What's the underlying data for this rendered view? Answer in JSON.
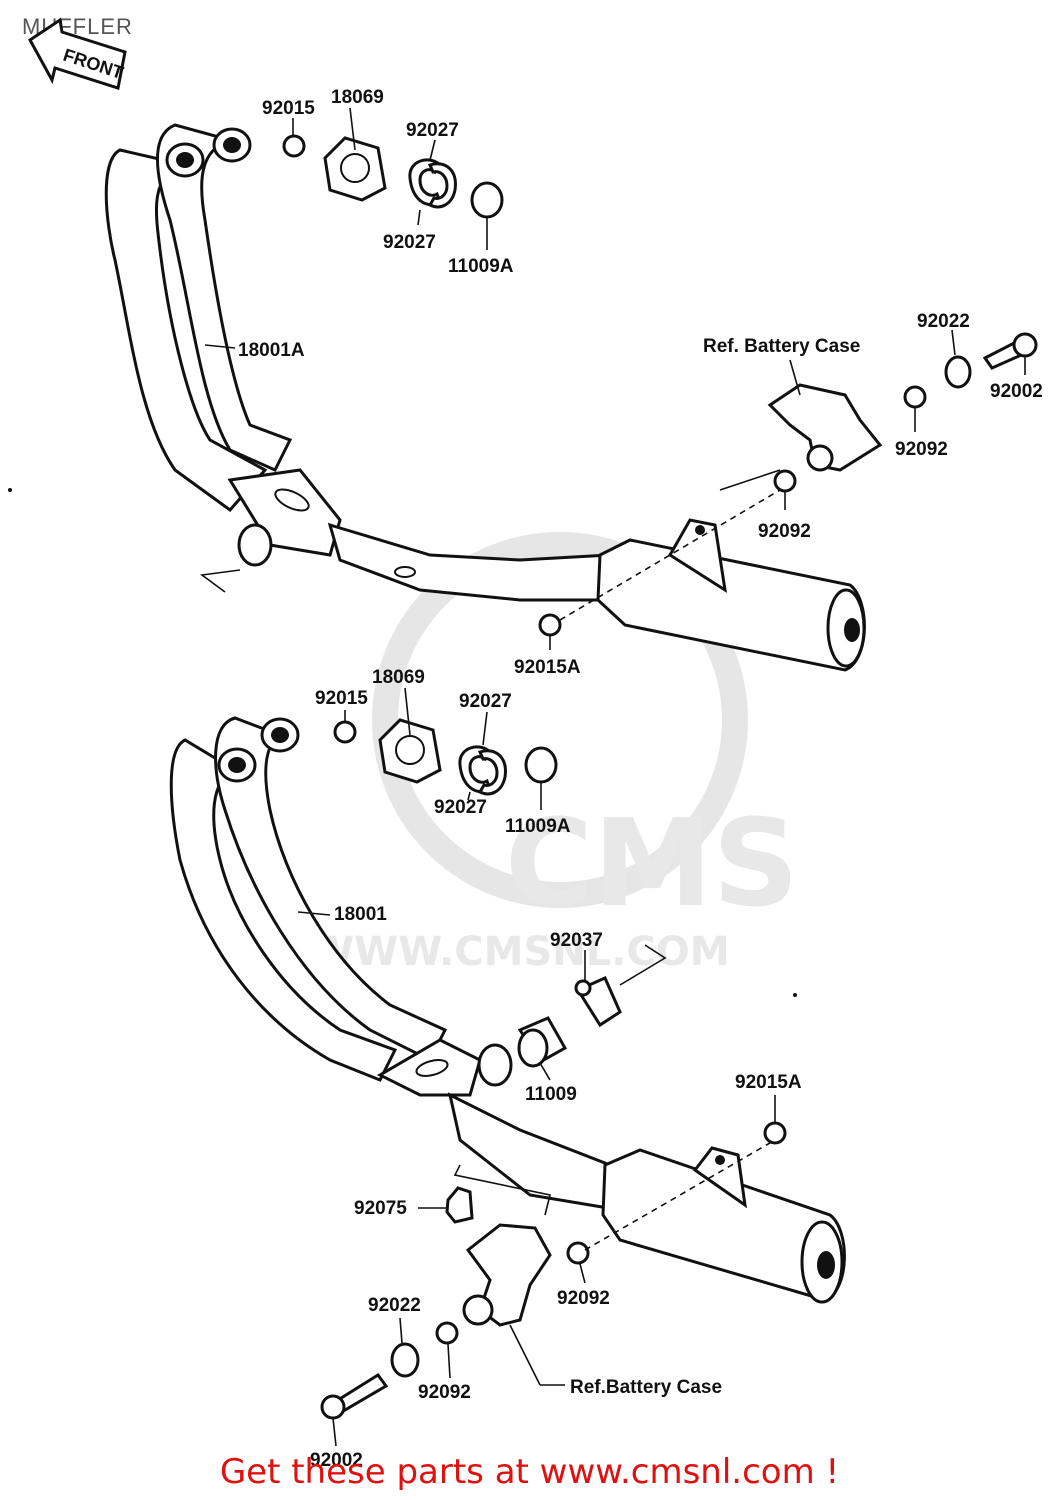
{
  "page": {
    "title": "MUFFLER",
    "footer": "Get these parts at www.cmsnl.com !"
  },
  "watermark": {
    "brand": "CMS",
    "url": "WWW.CMSNL.COM"
  },
  "front_arrow": "FRONT",
  "upper_assembly": {
    "labels": [
      "92015",
      "18069",
      "92027",
      "92027",
      "11009A",
      "18001A",
      "Ref. Battery Case",
      "92022",
      "92002",
      "92092",
      "92092",
      "92015A"
    ]
  },
  "lower_assembly": {
    "labels": [
      "92015",
      "18069",
      "92027",
      "92027",
      "11009A",
      "18001",
      "92037",
      "11009",
      "92015A",
      "92075",
      "92092",
      "92022",
      "92092",
      "Ref.Battery Case",
      "92002"
    ]
  }
}
